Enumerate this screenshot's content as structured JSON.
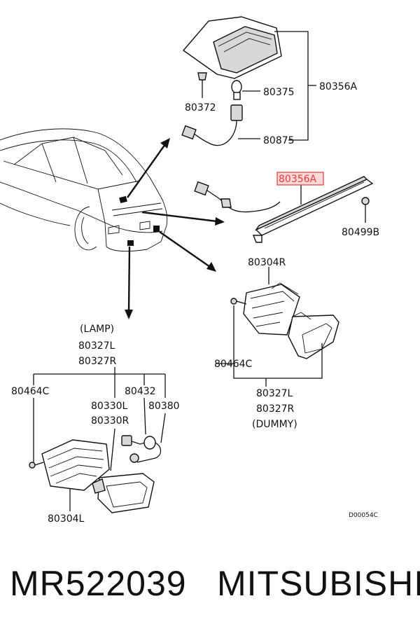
{
  "labels": {
    "p80356A_top": "80356A",
    "p80375": "80375",
    "p80372": "80372",
    "p80875": "80875",
    "p80356A_hl": "80356A",
    "p80499B": "80499B",
    "p80304R": "80304R",
    "p80464C_r": "80464C",
    "p80327L_r": "80327L",
    "p80327R_r": "80327R",
    "dummy": "(DUMMY)",
    "lamp": "(LAMP)",
    "p80327L": "80327L",
    "p80327R": "80327R",
    "p80464C_l": "80464C",
    "p80432": "80432",
    "p80330L": "80330L",
    "p80380": "80380",
    "p80330R": "80330R",
    "p80304L": "80304L",
    "code": "D00054C"
  },
  "footer": {
    "part_number": "MR522039",
    "brand": "MITSUBISHI"
  },
  "highlight_color": "#e23b3b"
}
